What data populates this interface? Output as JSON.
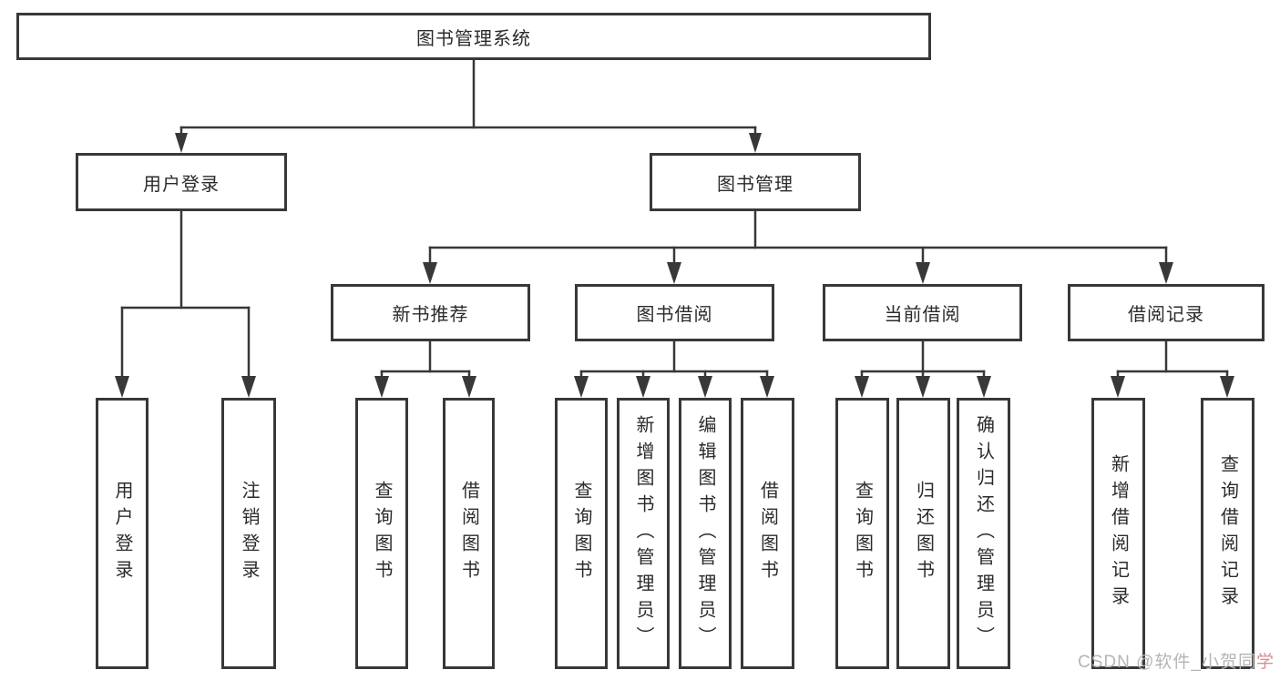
{
  "diagram": {
    "root_label": "图书管理系统",
    "level2": [
      {
        "label": "用户登录"
      },
      {
        "label": "图书管理"
      }
    ],
    "level3": [
      {
        "label": "新书推荐"
      },
      {
        "label": "图书借阅"
      },
      {
        "label": "当前借阅"
      },
      {
        "label": "借阅记录"
      }
    ],
    "leaves": [
      {
        "label": "用户登录"
      },
      {
        "label": "注销登录"
      },
      {
        "label": "查询图书"
      },
      {
        "label": "借阅图书"
      },
      {
        "label": "查询图书"
      },
      {
        "label": "新增图书（管理员）"
      },
      {
        "label": "编辑图书（管理员）"
      },
      {
        "label": "借阅图书"
      },
      {
        "label": "查询图书"
      },
      {
        "label": "归还图书"
      },
      {
        "label": "确认归还（管理员）"
      },
      {
        "label": "新增借阅记录"
      },
      {
        "label": "查询借阅记录"
      }
    ],
    "colors": {
      "line": "#383838",
      "text": "#2b2b2b",
      "watermark": "#b5b5b5",
      "watermark_accent": "#d88f8f"
    },
    "watermark": {
      "prefix": "CSDN @软件_小贺同",
      "suffix": "学"
    }
  }
}
